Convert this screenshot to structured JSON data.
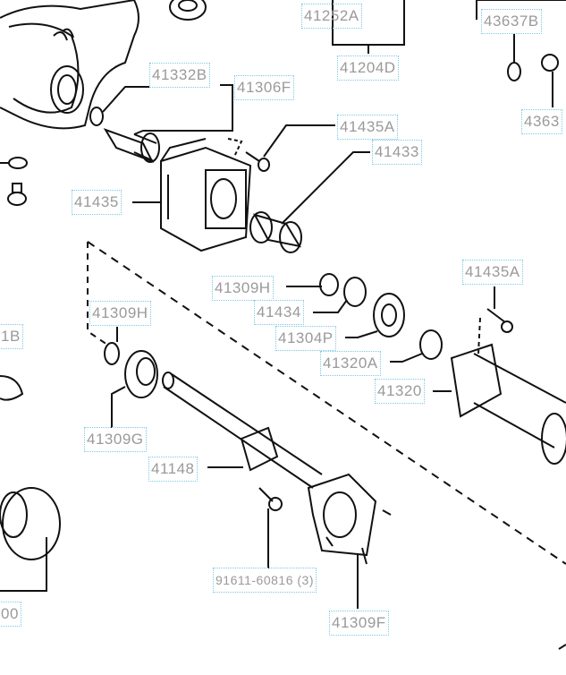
{
  "diagram": {
    "labels": [
      {
        "id": "41252A",
        "text": "41252A"
      },
      {
        "id": "41204D",
        "text": "41204D"
      },
      {
        "id": "43637B",
        "text": "43637B"
      },
      {
        "id": "4363x",
        "text": "4363"
      },
      {
        "id": "41332B",
        "text": "41332B"
      },
      {
        "id": "41306F",
        "text": "41306F"
      },
      {
        "id": "41435A-top",
        "text": "41435A"
      },
      {
        "id": "41433",
        "text": "41433"
      },
      {
        "id": "41435",
        "text": "41435"
      },
      {
        "id": "41309H-top",
        "text": "41309H"
      },
      {
        "id": "41434",
        "text": "41434"
      },
      {
        "id": "41304P",
        "text": "41304P"
      },
      {
        "id": "41320A",
        "text": "41320A"
      },
      {
        "id": "41320",
        "text": "41320"
      },
      {
        "id": "41435A-right",
        "text": "41435A"
      },
      {
        "id": "41309H-left",
        "text": "41309H"
      },
      {
        "id": "xx1B",
        "text": "1B"
      },
      {
        "id": "41309G",
        "text": "41309G"
      },
      {
        "id": "41148",
        "text": "41148"
      },
      {
        "id": "91611",
        "text": "91611-60816 (3)"
      },
      {
        "id": "41309F",
        "text": "41309F"
      },
      {
        "id": "xx00",
        "text": "00"
      }
    ]
  }
}
